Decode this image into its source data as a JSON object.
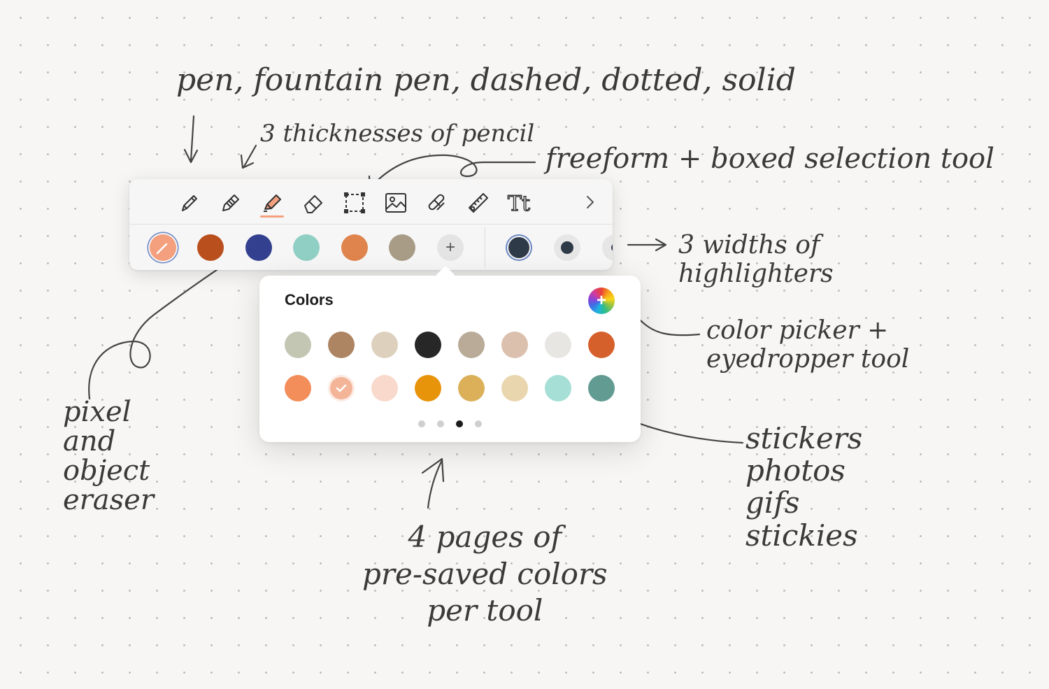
{
  "annotations": {
    "pen_types": "pen, fountain pen, dashed, dotted, solid",
    "pencil_thickness": "3 thicknesses of pencil",
    "selection_tool": "freeform + boxed selection tool",
    "highlighter_widths": "3 widths of\nhighlighters",
    "color_picker": "color picker +\neyedropper tool",
    "eraser": "pixel\nand\nobject\neraser",
    "stickers": "stickers\nphotos\ngifs\nstickies",
    "color_pages": "4 pages of\npre-saved colors\nper tool"
  },
  "toolbar": {
    "tools": [
      {
        "id": "pen",
        "icon": "pen-icon"
      },
      {
        "id": "pencil",
        "icon": "pencil-icon"
      },
      {
        "id": "highlighter",
        "icon": "highlighter-icon",
        "active": true
      },
      {
        "id": "eraser",
        "icon": "eraser-icon"
      },
      {
        "id": "selection",
        "icon": "lasso-selection-icon"
      },
      {
        "id": "media",
        "icon": "image-icon"
      },
      {
        "id": "sticker",
        "icon": "sticker-icon"
      },
      {
        "id": "ruler",
        "icon": "ruler-icon"
      },
      {
        "id": "text",
        "icon": "text-icon",
        "label": "Tt"
      }
    ],
    "more_icon": "chevron-right-icon",
    "active_tool_color": "#f4a07e",
    "colors": [
      "#f4a07e",
      "#b94f1c",
      "#33408f",
      "#8fcfc4",
      "#e0844d",
      "#a89c86"
    ],
    "active_color_index": 0,
    "add_color_label": "+",
    "widths": [
      {
        "size": "large",
        "active": true
      },
      {
        "size": "medium",
        "active": false
      },
      {
        "size": "small",
        "active": false
      }
    ],
    "width_dot_color": "#2f3a48"
  },
  "color_popover": {
    "title": "Colors",
    "picker_icon": "color-wheel-icon",
    "swatches": [
      [
        "#c4c6b4",
        "#ad8562",
        "#ddd1be",
        "#272727",
        "#b9ab98",
        "#dcc0ae",
        "#e8e6e2",
        "#d5602b"
      ],
      [
        "#f38d5a",
        "#f3b498",
        "#f8d9cb",
        "#e8940b",
        "#dbb059",
        "#e9d6ae",
        "#a6dfd6",
        "#619b91"
      ]
    ],
    "selected_swatch": [
      1,
      1
    ],
    "pages": 4,
    "active_page": 2
  }
}
